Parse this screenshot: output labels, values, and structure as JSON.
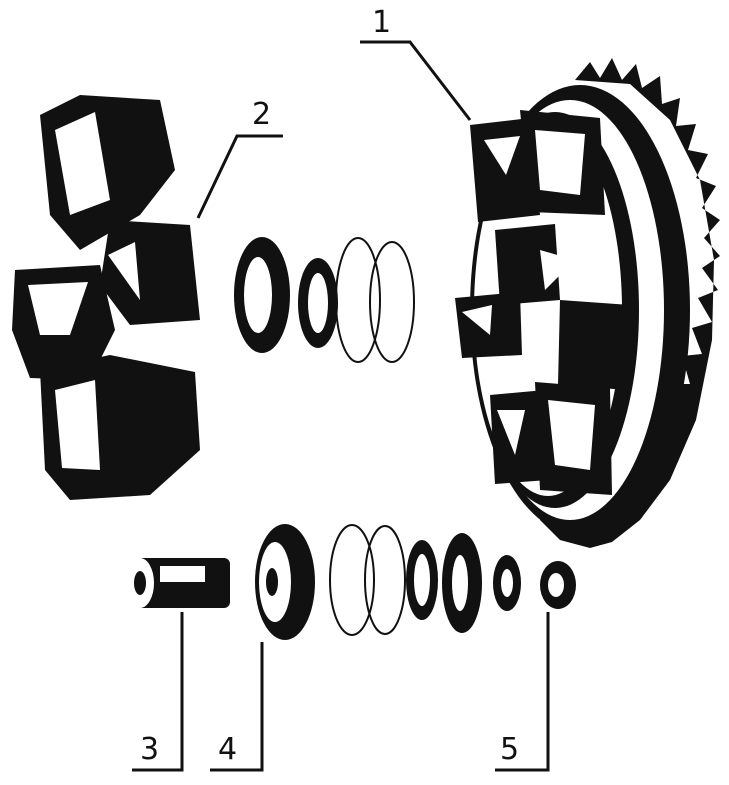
{
  "diagram": {
    "callouts": [
      {
        "id": "c1",
        "label": "1"
      },
      {
        "id": "c2",
        "label": "2"
      },
      {
        "id": "c3",
        "label": "3"
      },
      {
        "id": "c4",
        "label": "4"
      },
      {
        "id": "c5",
        "label": "5"
      }
    ]
  },
  "colors": {
    "ink": "#111111",
    "paper": "#ffffff"
  }
}
